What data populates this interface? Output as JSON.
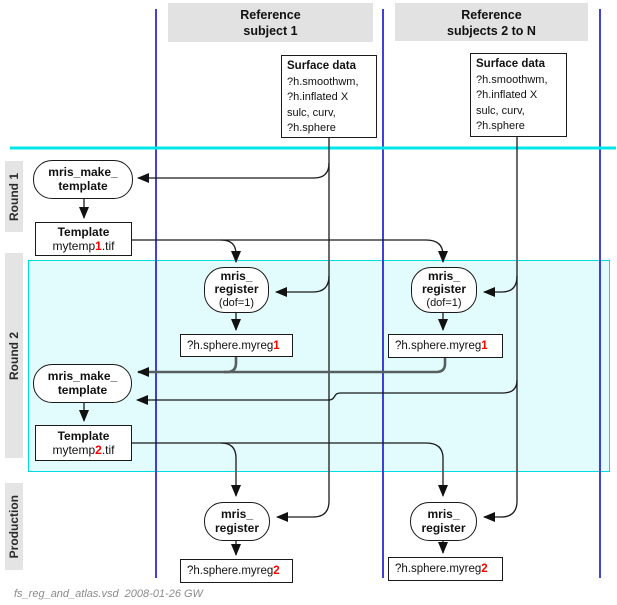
{
  "headers": {
    "lane1_line1": "Reference",
    "lane1_line2": "subject 1",
    "lane2_line1": "Reference",
    "lane2_line2": "subjects 2 to N"
  },
  "row_labels": {
    "round1": "Round 1",
    "round2": "Round 2",
    "production": "Production"
  },
  "surface_data": {
    "title": "Surface data",
    "line1": "?h.smoothwm,",
    "line2": "?h.inflated X",
    "line3": "sulc, curv,",
    "line4": "?h.sphere"
  },
  "nodes": {
    "make_template_line1": "mris_make_",
    "make_template_line2": "template",
    "register_line1": "mris_",
    "register_line2": "register",
    "register_dof": "(dof=1)",
    "template_title": "Template",
    "template1_prefix": "mytemp",
    "template1_num": "1",
    "template1_suffix": ".tif",
    "template2_prefix": "mytemp",
    "template2_num": "2",
    "template2_suffix": ".tif",
    "myreg_prefix": "?h.sphere.myreg",
    "myreg1_num": "1",
    "myreg2_num": "2"
  },
  "footer": "fs_reg_and_atlas.vsd  2008-01-26 GW",
  "colors": {
    "red_accent": "#ff0000",
    "lane_line_blue": "#0000cc",
    "divider_cyan": "#00e5e9",
    "round2_fill": "#e2fbfd",
    "round2_border": "#00dde4",
    "header_gray": "#e2e2e2",
    "thick_line_gray": "#57605f"
  }
}
